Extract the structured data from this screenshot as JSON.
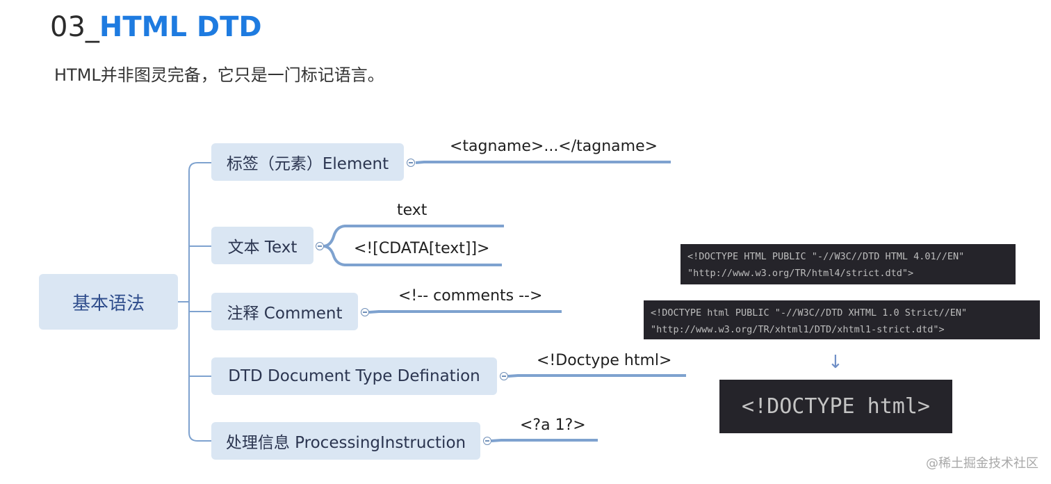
{
  "title": {
    "number": "03_",
    "text": "HTML DTD"
  },
  "subtitle": "HTML并非图灵完备，它只是一门标记语言。",
  "mindmap": {
    "root": "基本语法",
    "branches": [
      {
        "label": "标签（元素）Element",
        "leaves": [
          "<tagname>...</tagname>"
        ]
      },
      {
        "label": "文本 Text",
        "leaves": [
          "text",
          "<![CDATA[text]]>"
        ]
      },
      {
        "label": "注释 Comment",
        "leaves": [
          "<!-- comments -->"
        ]
      },
      {
        "label": "DTD Document Type Defination",
        "leaves": [
          "<!Doctype html>"
        ]
      },
      {
        "label": "处理信息 ProcessingInstruction",
        "leaves": [
          "<?a 1?>"
        ]
      }
    ]
  },
  "examples": {
    "html4": [
      "<!DOCTYPE HTML PUBLIC \"-//W3C//DTD HTML 4.01//EN\"",
      "\"http://www.w3.org/TR/html4/strict.dtd\">"
    ],
    "xhtml": [
      "<!DOCTYPE html PUBLIC \"-//W3C//DTD XHTML 1.0 Strict//EN\"",
      "\"http://www.w3.org/TR/xhtml1/DTD/xhtml1-strict.dtd\">"
    ],
    "arrow": "↓",
    "html5": "<!DOCTYPE html>"
  },
  "watermark": "@稀土掘金技术社区",
  "colors": {
    "title_accent": "#1e7be0",
    "node_fill": "#dae6f3",
    "connector": "#7ea2cf",
    "code_bg": "#25242a"
  }
}
